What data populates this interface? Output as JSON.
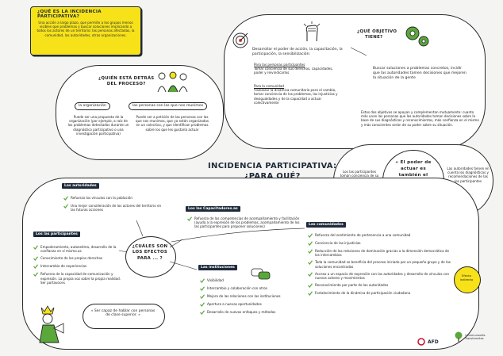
{
  "header": {
    "title": "¿QUÉ ES LA INCIDENCIA PARTICIPATIVA?",
    "text": "Una acción a largo plazo, que permite a los grupos menos visibles que problemas y buscar soluciones implicando a todos los actores de un territorio: las personas afectadas, la comunidad, las autoridades, otras organizaciones."
  },
  "center_title": {
    "line1": "INCIDENCIA PARTICIPATIVA:",
    "line2": "¿PARA QUÉ?"
  },
  "quien": {
    "title_l1": "¿QUIÉN ESTÁ DETRÁS",
    "title_l2": "DEL PROCESO?",
    "org_label": "la organización",
    "org_text": "Puede ser una propuesta de la organización (por ejemplo, a raíz de los problemas detectados durante un diagnóstico participativo o una investigación participativa)",
    "people_label": "las personas con las que nos reunimos",
    "people_text": "Puede ser a petición de las personas con las que nos reunimos, que ya están organizadas en un colectivo, y que identifican problemas sobre los que les gustaría actuar"
  },
  "objetivo": {
    "title_l1": "¿QUÉ OBJETIVO",
    "title_l2": "TIENE?",
    "intro": "Desarrollar el poder de acción, la capacitación, la participación, la sensibilización:",
    "people_h": "Para las personas participantes",
    "people_t": "Tomar conciencia de sus derechos, capacidades, poder y reivindicarlos",
    "com_h": "Para la comunidad",
    "com_t": "Visibilizar la dinámica comunitaria para el cambio, tomar conciencia de los problemas, las injusticias y desigualdades y de la capacidad a actuar colectivamente",
    "right": "Buscar soluciones a problemas concretos, incidir que las autoridades tomen decisiones que mejoren la situación de la gente",
    "alliance": "Estos dos objetivos se apoyan y complementan mutuamente: cuanto más unan las personas que las autoridades toman decisiones sobre la base de sus diagnósticos y reconocimientos, más confianza en el mismo y más conscientes serán de su poder sobre su situación."
  },
  "camino": {
    "left": "Los las participantes toman conciencia de su poder de acción",
    "quote": "« El poder de actuar es también el camino que nos ayuda a resolver el problema »",
    "right": "Las autoridades tienen en cuenta los diagnósticos y recomendaciones de las los participantes"
  },
  "autoridades": {
    "header": "Las autoridades",
    "items": [
      "Refuerzo los vínculos con la población",
      "Una mejor consideración de los actores del territorio en las futuras acciones"
    ]
  },
  "participantes": {
    "header": "Los las participantes",
    "items": [
      "Empoderamiento, autoestima, desarrollo de la confianza en sí mismo.as",
      "Conocimiento de los propios derechos",
      "Intercambio de experiencias",
      "Refuerzo de la capacidad de comunicación y expresión. La propia voz sobre la propia realidad. Ser portavoces"
    ],
    "quote": "« Ser capaz de hablar con personas de clase superior. »"
  },
  "efectos": {
    "l1": "¿CUÁLES SON",
    "l2": "LOS EFECTOS",
    "l3": "PARA ... ?"
  },
  "capacitadoras": {
    "header": "Los las Capacitadores.as",
    "text": "Refuerzo de las competencias de acompañamiento y facilitación (ayuda a la expresión de los problemas, acompañamiento de los las participantes para proponer soluciones)"
  },
  "instituciones": {
    "header": "Las instituciones",
    "items": [
      "Visibilidad",
      "Intercambio y colaboración con otros",
      "Mejora de las relaciones con las instituciones",
      "Apertura a nuevas oportunidades",
      "Desarrollo de nuevos enfoques y métodos"
    ]
  },
  "comunidades": {
    "header": "Las comunidades",
    "items": [
      "Refuerzo del sentimiento de pertenencia a una comunidad",
      "Conciencia de las injusticias",
      "Reducción de las relaciones de dominación gracias a la dimensión democrática de los intercambios",
      "Toda la comunidad se beneficia del proceso iniciado por un pequeño grupo y de las soluciones encontradas",
      "Acceso a un espacio de expresión con las autoridades y desarrollo de vínculos con nuevos actores y movimientos",
      "Reconocimiento por parte de las autoridades",
      "Fortalecimiento de la dinámica de participación ciudadana"
    ]
  },
  "sticker": "Efecto indirecto",
  "logos": {
    "afd": "AFD",
    "partner": "Communautés Transformées"
  },
  "colors": {
    "yellow": "#f7e21a",
    "navy": "#1e2a3b",
    "green": "#5aa83a",
    "ink": "#2a2a2a"
  }
}
